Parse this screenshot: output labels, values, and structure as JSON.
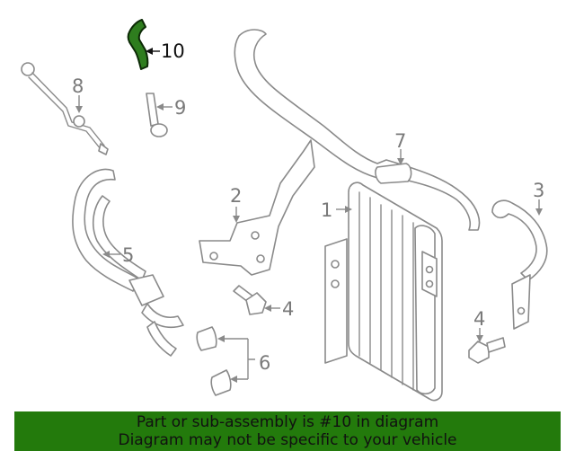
{
  "callouts": {
    "c1": "1",
    "c2": "2",
    "c3": "3",
    "c4a": "4",
    "c4b": "4",
    "c5": "5",
    "c6": "6",
    "c7": "7",
    "c8": "8",
    "c9": "9",
    "c10": "10"
  },
  "banner": {
    "line1": "Part or sub-assembly is #10 in diagram",
    "line2": "Diagram may not be specific to your vehicle"
  },
  "colors": {
    "banner_bg": "#237a0c",
    "highlight_part": "#2e7d1e",
    "line_art": "#8a8a8a"
  }
}
